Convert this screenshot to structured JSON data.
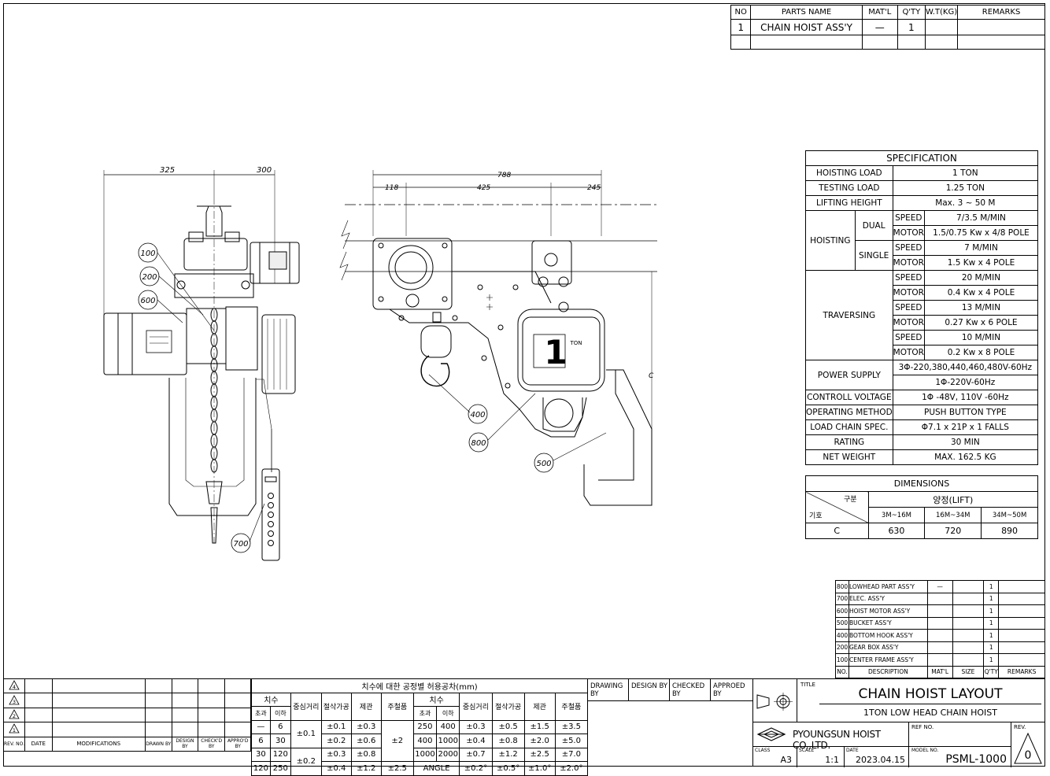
{
  "parts_top": {
    "headers": [
      "NO",
      "PARTS NAME",
      "MAT'L",
      "Q'TY",
      "W.T(KG)",
      "REMARKS"
    ],
    "rows": [
      [
        "1",
        "CHAIN HOIST ASS'Y",
        "—",
        "1",
        "",
        ""
      ]
    ]
  },
  "spec": {
    "title": "SPECIFICATION",
    "hoisting_load": {
      "label": "HOISTING LOAD",
      "value": "1   TON"
    },
    "testing_load": {
      "label": "TESTING LOAD",
      "value": "1.25   TON"
    },
    "lifting_height": {
      "label": "LIFTING HEIGHT",
      "value": "Max.   3 ~ 50  M"
    },
    "hoisting": {
      "label": "HOISTING",
      "dual": {
        "label": "DUAL",
        "speed_label": "SPEED",
        "speed": "7/3.5 M/MIN",
        "motor_label": "MOTOR",
        "motor": "1.5/0.75 Kw x 4/8 POLE"
      },
      "single": {
        "label": "SINGLE",
        "speed_label": "SPEED",
        "speed": "7 M/MIN",
        "motor_label": "MOTOR",
        "motor": "1.5 Kw x 4 POLE"
      }
    },
    "traversing": {
      "label": "TRAVERSING",
      "rows": [
        [
          "SPEED",
          "20 M/MIN"
        ],
        [
          "MOTOR",
          "0.4 Kw x 4 POLE"
        ],
        [
          "SPEED",
          "13 M/MIN"
        ],
        [
          "MOTOR",
          "0.27 Kw x 6 POLE"
        ],
        [
          "SPEED",
          "10 M/MIN"
        ],
        [
          "MOTOR",
          "0.2 Kw x 8 POLE"
        ]
      ]
    },
    "power_supply": {
      "label": "POWER SUPPLY",
      "v1": "3Φ-220,380,440,460,480V-60Hz",
      "v2": "1Φ-220V-60Hz"
    },
    "control_voltage": {
      "label": "CONTROLL VOLTAGE",
      "value": "1Φ -48V, 110V -60Hz"
    },
    "operating_method": {
      "label": "OPERATING METHOD",
      "value": "PUSH BUTTON TYPE"
    },
    "load_chain": {
      "label": "LOAD CHAIN SPEC.",
      "value": "Φ7.1 x 21P x 1 FALLS"
    },
    "rating": {
      "label": "RATING",
      "value": "30 MIN"
    },
    "net_weight": {
      "label": "NET WEIGHT",
      "value": "MAX. 162.5 KG"
    }
  },
  "dimensions": {
    "title": "DIMENSIONS",
    "corner_top": "구분",
    "corner_bottom": "기호",
    "group": "양정(LIFT)",
    "cols": [
      "3M~16M",
      "16M~34M",
      "34M~50M"
    ],
    "row_label": "C",
    "values": [
      "630",
      "720",
      "890"
    ]
  },
  "parts_sub": {
    "rows": [
      [
        "800",
        "LOWHEAD PART ASS'Y",
        "—",
        "",
        "1",
        ""
      ],
      [
        "700",
        "ELEC. ASS'Y",
        "",
        "",
        "1",
        ""
      ],
      [
        "600",
        "HOIST MOTOR ASS'Y",
        "",
        "",
        "1",
        ""
      ],
      [
        "500",
        "BUCKET ASS'Y",
        "",
        "",
        "1",
        ""
      ],
      [
        "400",
        "BOTTOM HOOK ASS'Y",
        "",
        "",
        "1",
        ""
      ],
      [
        "200",
        "GEAR BOX ASS'Y",
        "",
        "",
        "1",
        ""
      ],
      [
        "100",
        "CENTER FRAME ASS'Y",
        "",
        "",
        "1",
        ""
      ]
    ],
    "headers": [
      "NO.",
      "DESCRIPTION",
      "MAT'L",
      "SIZE",
      "Q'TY",
      "REMARKS"
    ]
  },
  "revision": {
    "marks": [
      "4",
      "3",
      "2",
      "1"
    ],
    "headers": [
      "REV. NO.",
      "DATE",
      "MODIFICATIONS",
      "DRAWN BY",
      "DESIGN BY",
      "CHECK'D BY",
      "APPRO'D BY"
    ]
  },
  "tolerance": {
    "title": "치수에 대한 공정별 허용공차(mm)",
    "dim": "치수",
    "over": "초과",
    "under": "이하",
    "col_headers": [
      "중심거리",
      "절삭가공",
      "제관",
      "주철품"
    ],
    "left_rows": [
      [
        "—",
        "6",
        "±0.1",
        "±0.3"
      ],
      [
        "6",
        "30",
        "±0.2",
        "±0.6"
      ],
      [
        "30",
        "120",
        "±0.3",
        "±0.8"
      ],
      [
        "120",
        "250",
        "±0.4",
        "±1.2"
      ]
    ],
    "left_center": [
      "±0.1",
      "±0.2"
    ],
    "left_casting": [
      "±2",
      "±2.5"
    ],
    "right_rows": [
      [
        "250",
        "400",
        "±0.3",
        "±0.5",
        "±1.5",
        "±3.5"
      ],
      [
        "400",
        "1000",
        "±0.4",
        "±0.8",
        "±2.0",
        "±5.0"
      ],
      [
        "1000",
        "2000",
        "±0.7",
        "±1.2",
        "±2.5",
        "±7.0"
      ]
    ],
    "angle_row": [
      "ANGLE",
      "±0.2°",
      "±0.5°",
      "±1.0°",
      "±2.0°"
    ]
  },
  "approvals": [
    "DRAWING BY",
    "DESIGN BY",
    "CHECKED BY",
    "APPROED BY"
  ],
  "title_block": {
    "title_label": "TITLE",
    "title": "CHAIN HOIST LAYOUT",
    "subtitle": "1TON LOW HEAD CHAIN HOIST",
    "company": "PYOUNGSUN HOIST CO.,LTD.",
    "ref_label": "REF NO.",
    "rev_label": "REV.",
    "rev": "0",
    "class_label": "CLASS",
    "class": "A3",
    "scale_label": "SCALE",
    "scale": "1:1",
    "date_label": "DATE",
    "date": "2023.04.15",
    "model_label": "MODEL NO.",
    "model": "PSML-1000"
  },
  "drawing": {
    "dims": [
      "325",
      "300",
      "788",
      "118",
      "425",
      "245",
      "C"
    ],
    "balloons": [
      "100",
      "200",
      "600",
      "400",
      "800",
      "500",
      "700"
    ],
    "nameplate_big": "1",
    "nameplate_small": "TON"
  }
}
